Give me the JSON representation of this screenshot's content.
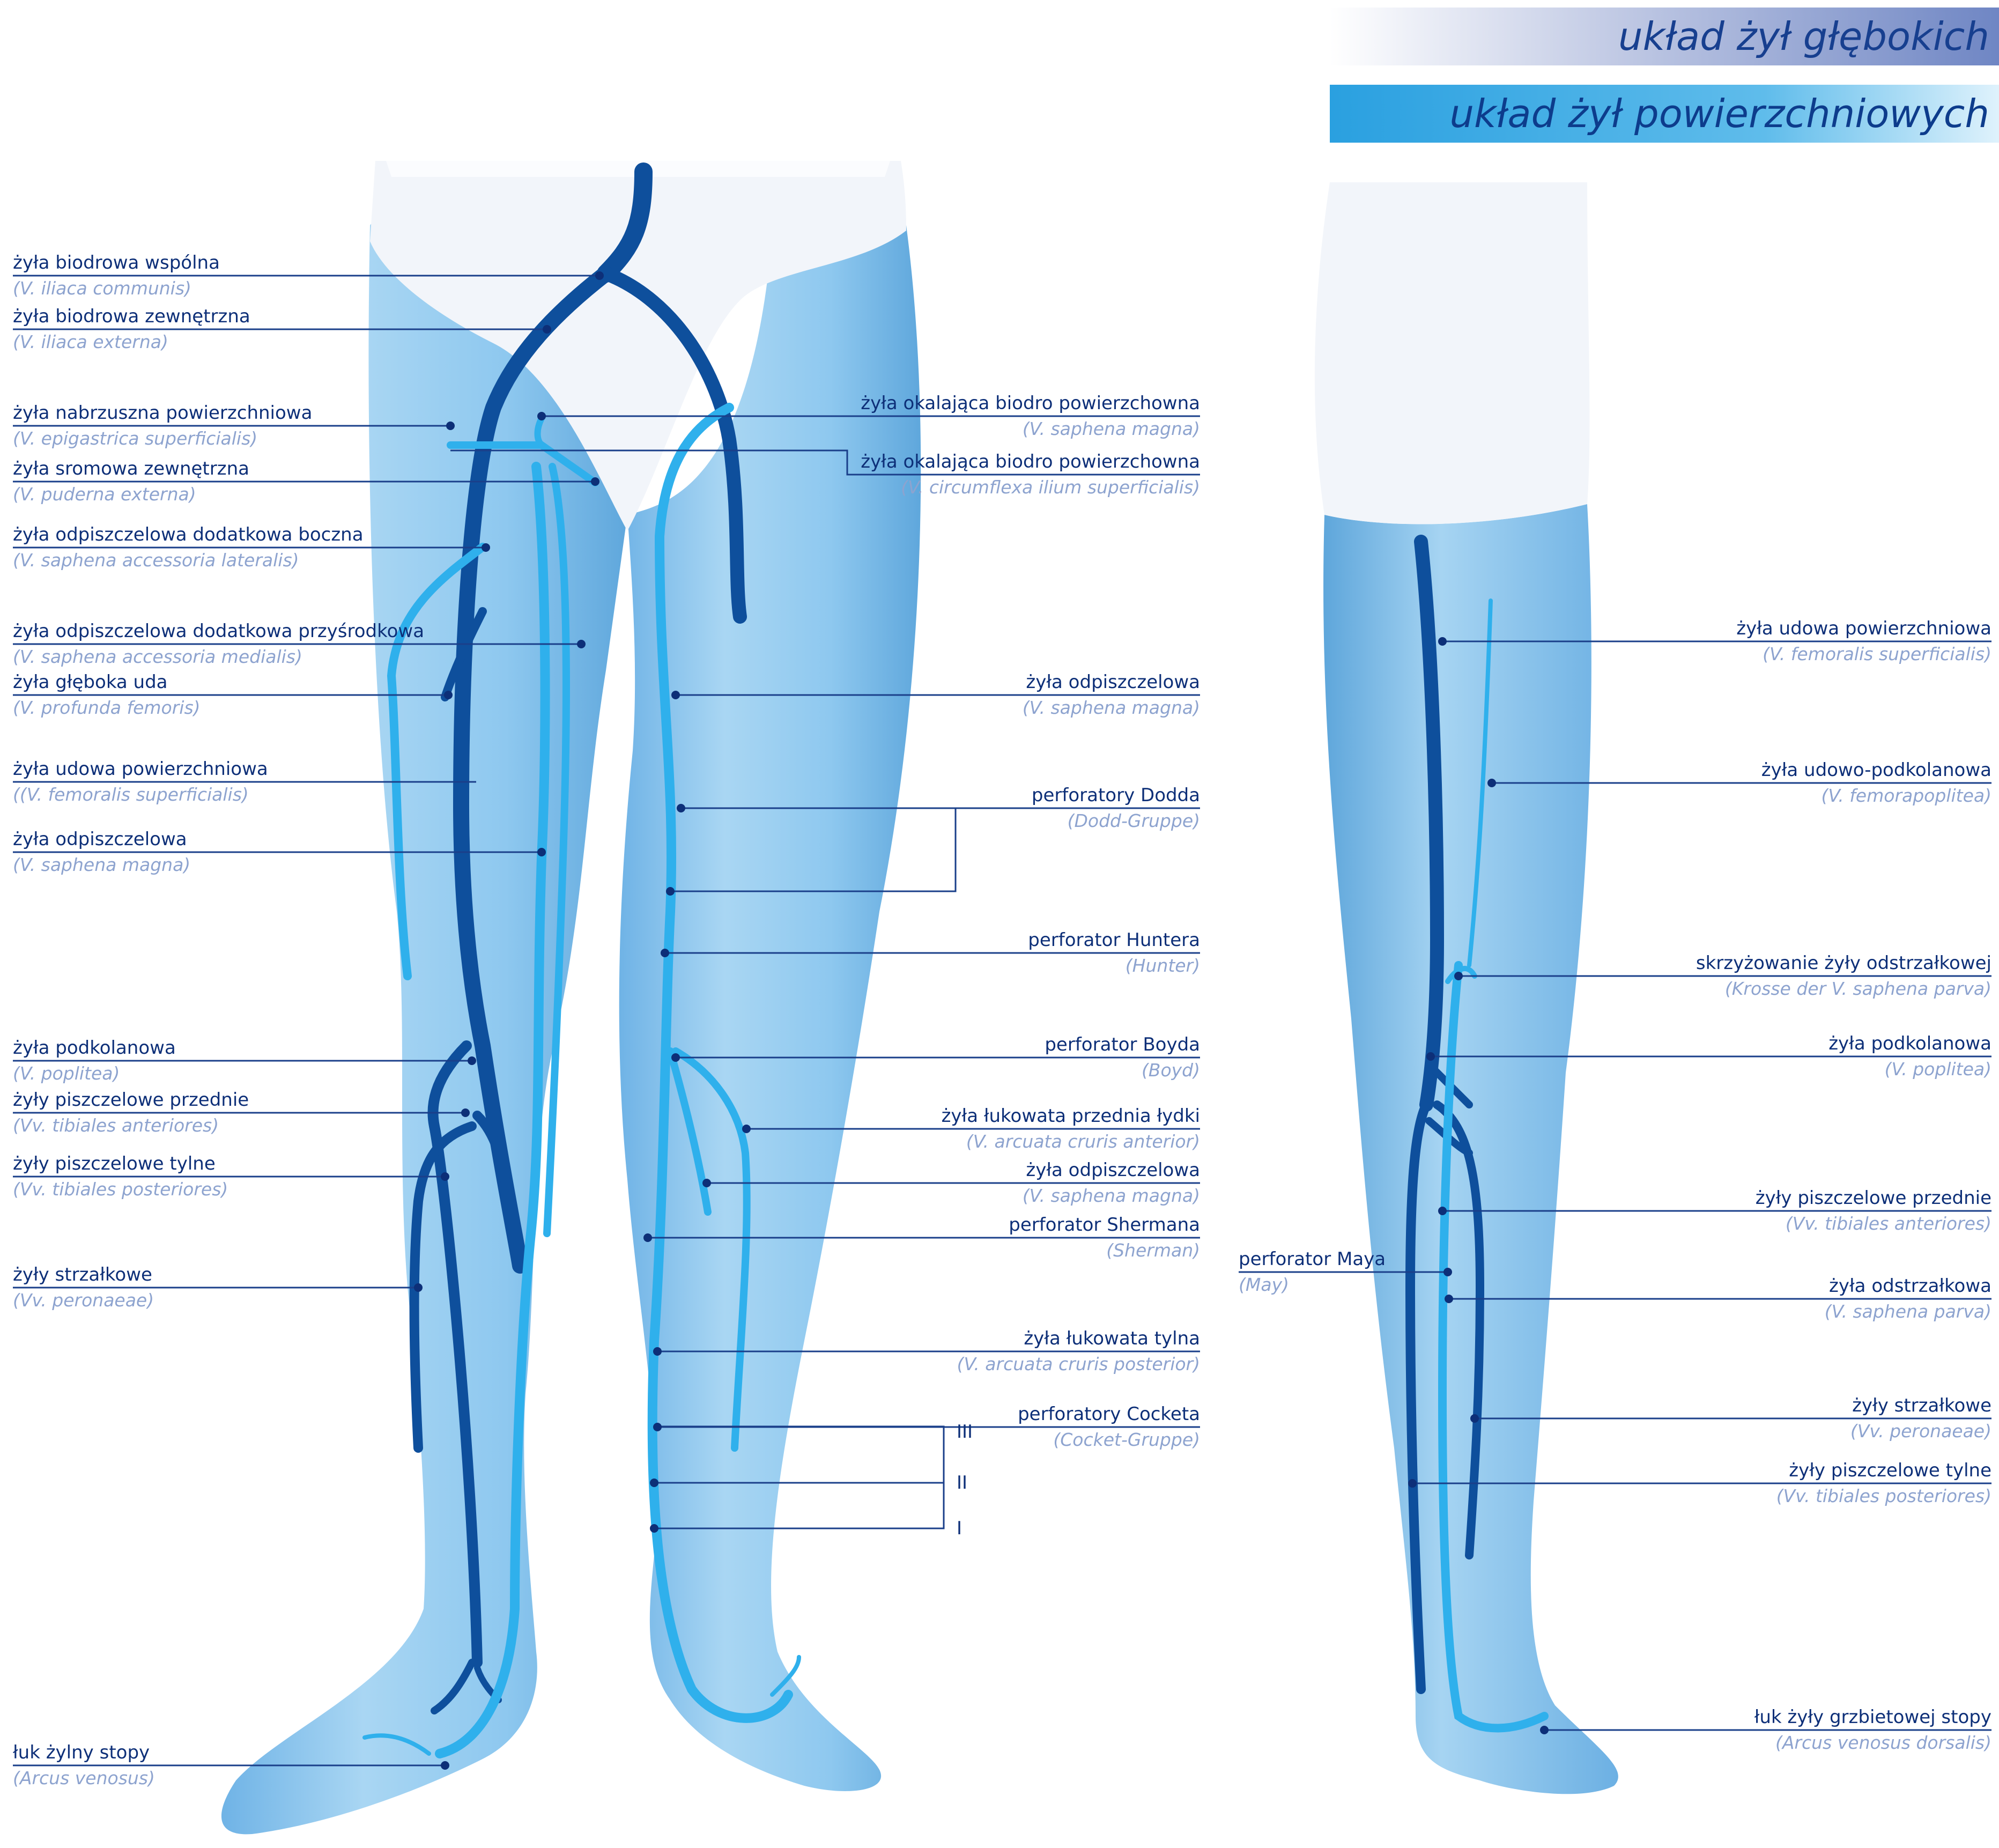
{
  "headers": {
    "deep_system": "układ żył głębokich",
    "superficial_system": "układ żył powierzchniowych"
  },
  "colors": {
    "skin": "#8ec8ef",
    "skin_shadow": "#5aa6de",
    "deep_vein": "#0e4f9c",
    "superficial_vein": "#2fb0ec",
    "label_text": "#0d2f78",
    "latin_text": "#8da3cf",
    "leader_line": "#1a3f8a",
    "underwear": "#f2f5fa"
  },
  "labels": {
    "iliaca_communis": {
      "pl": "żyła biodrowa wspólna",
      "la": "(V. iliaca communis)"
    },
    "iliaca_externa": {
      "pl": "żyła biodrowa zewnętrzna",
      "la": "(V. iliaca externa)"
    },
    "epigastrica": {
      "pl": "żyła nabrzuszna powierzchniowa",
      "la": "(V. epigastrica superficialis)"
    },
    "puderna": {
      "pl": "żyła sromowa zewnętrzna",
      "la": "(V. puderna externa)"
    },
    "acc_lateralis": {
      "pl": "żyła odpiszczelowa dodatkowa boczna",
      "la": "(V. saphena accessoria lateralis)"
    },
    "acc_medialis": {
      "pl": "żyła odpiszczelowa dodatkowa przyśrodkowa",
      "la": "(V. saphena accessoria medialis)"
    },
    "profunda": {
      "pl": "żyła głęboka uda",
      "la": "(V. profunda femoris)"
    },
    "femoralis_left": {
      "pl": "żyła udowa powierzchniowa",
      "la": "((V. femoralis superficialis)"
    },
    "saphena_magna_left": {
      "pl": "żyła odpiszczelowa",
      "la": "(V. saphena magna)"
    },
    "poplitea_left": {
      "pl": "żyła podkolanowa",
      "la": "(V. poplitea)"
    },
    "tib_ant_left": {
      "pl": "żyły piszczelowe przednie",
      "la": "(Vv. tibiales anteriores)"
    },
    "tib_post_left": {
      "pl": "żyły piszczelowe tylne",
      "la": "(Vv. tibiales posteriores)"
    },
    "peronaeae_left": {
      "pl": "żyły strzałkowe",
      "la": "(Vv. peronaeae)"
    },
    "arcus_venosus": {
      "pl": "łuk żylny stopy",
      "la": "(Arcus venosus)"
    },
    "okalajaca_1": {
      "pl": "żyła okalająca biodro powierzchowna",
      "la": "(V. saphena magna)"
    },
    "okalajaca_2": {
      "pl": "żyła okalająca biodro powierzchowna",
      "la": "(V. circumflexa ilium superficialis)"
    },
    "saphena_magna_mid1": {
      "pl": "żyła odpiszczelowa",
      "la": "(V. saphena magna)"
    },
    "dodd": {
      "pl": "perforatory Dodda",
      "la": "(Dodd-Gruppe)"
    },
    "hunter": {
      "pl": "perforator Huntera",
      "la": "(Hunter)"
    },
    "boyd": {
      "pl": "perforator Boyda",
      "la": "(Boyd)"
    },
    "arcuata_ant": {
      "pl": "żyła łukowata przednia łydki",
      "la": "(V. arcuata cruris anterior)"
    },
    "saphena_magna_mid2": {
      "pl": "żyła odpiszczelowa",
      "la": "(V. saphena magna)"
    },
    "sherman": {
      "pl": "perforator Shermana",
      "la": "(Sherman)"
    },
    "arcuata_post": {
      "pl": "żyła łukowata tylna",
      "la": "(V. arcuata cruris posterior)"
    },
    "cockett": {
      "pl": "perforatory Cocketa",
      "la": "(Cocket-Gruppe)"
    },
    "may": {
      "pl": "perforator Maya",
      "la": "(May)"
    },
    "femoralis_right": {
      "pl": "żyła udowa powierzchniowa",
      "la": "(V. femoralis superficialis)"
    },
    "femoropoplitea": {
      "pl": "żyła udowo-podkolanowa",
      "la": "(V. femorapoplitea)"
    },
    "krosse": {
      "pl": "skrzyżowanie żyły odstrzałkowej",
      "la": "(Krosse der V. saphena parva)"
    },
    "poplitea_right": {
      "pl": "żyła podkolanowa",
      "la": "(V. poplitea)"
    },
    "tib_ant_right": {
      "pl": "żyły piszczelowe przednie",
      "la": "(Vv. tibiales anteriores)"
    },
    "saphena_parva": {
      "pl": "żyła odstrzałkowa",
      "la": "(V. saphena parva)"
    },
    "peronaeae_right": {
      "pl": "żyły strzałkowe",
      "la": "(Vv. peronaeae)"
    },
    "tib_post_right": {
      "pl": "żyły piszczelowe tylne",
      "la": "(Vv. tibiales posteriores)"
    },
    "arcus_dorsalis": {
      "pl": "łuk żyły grzbietowej stopy",
      "la": "(Arcus venosus dorsalis)"
    }
  },
  "cockett_levels": [
    "III",
    "II",
    "I"
  ]
}
